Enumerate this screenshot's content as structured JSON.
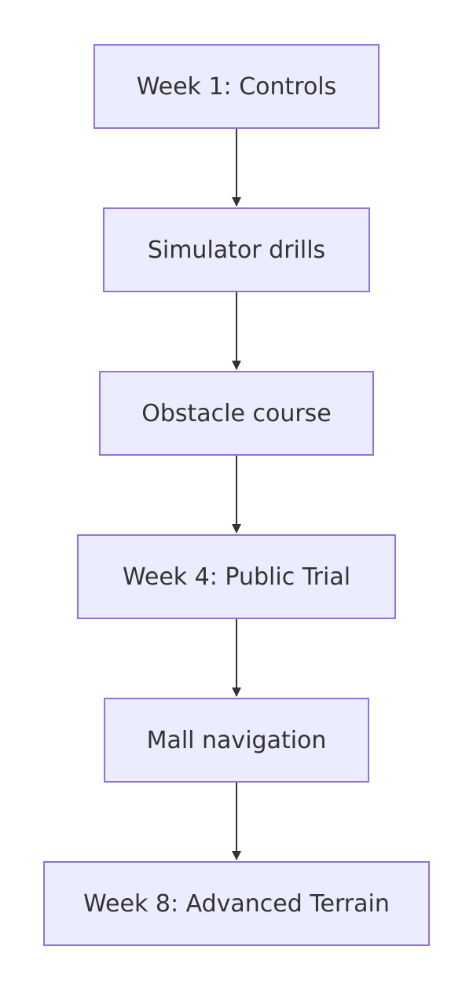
{
  "diagram": {
    "nodes": [
      {
        "id": "n1",
        "label": "Week 1: Controls"
      },
      {
        "id": "n2",
        "label": "Simulator drills"
      },
      {
        "id": "n3",
        "label": "Obstacle course"
      },
      {
        "id": "n4",
        "label": "Week 4: Public Trial"
      },
      {
        "id": "n5",
        "label": "Mall navigation"
      },
      {
        "id": "n6",
        "label": "Week 8: Advanced Terrain"
      }
    ],
    "edges": [
      {
        "from": "n1",
        "to": "n2"
      },
      {
        "from": "n2",
        "to": "n3"
      },
      {
        "from": "n3",
        "to": "n4"
      },
      {
        "from": "n4",
        "to": "n5"
      },
      {
        "from": "n5",
        "to": "n6"
      }
    ],
    "colors": {
      "node_fill": "#ececff",
      "node_border": "#9370db",
      "text": "#333333",
      "edge": "#333333",
      "background": "#ffffff"
    }
  }
}
